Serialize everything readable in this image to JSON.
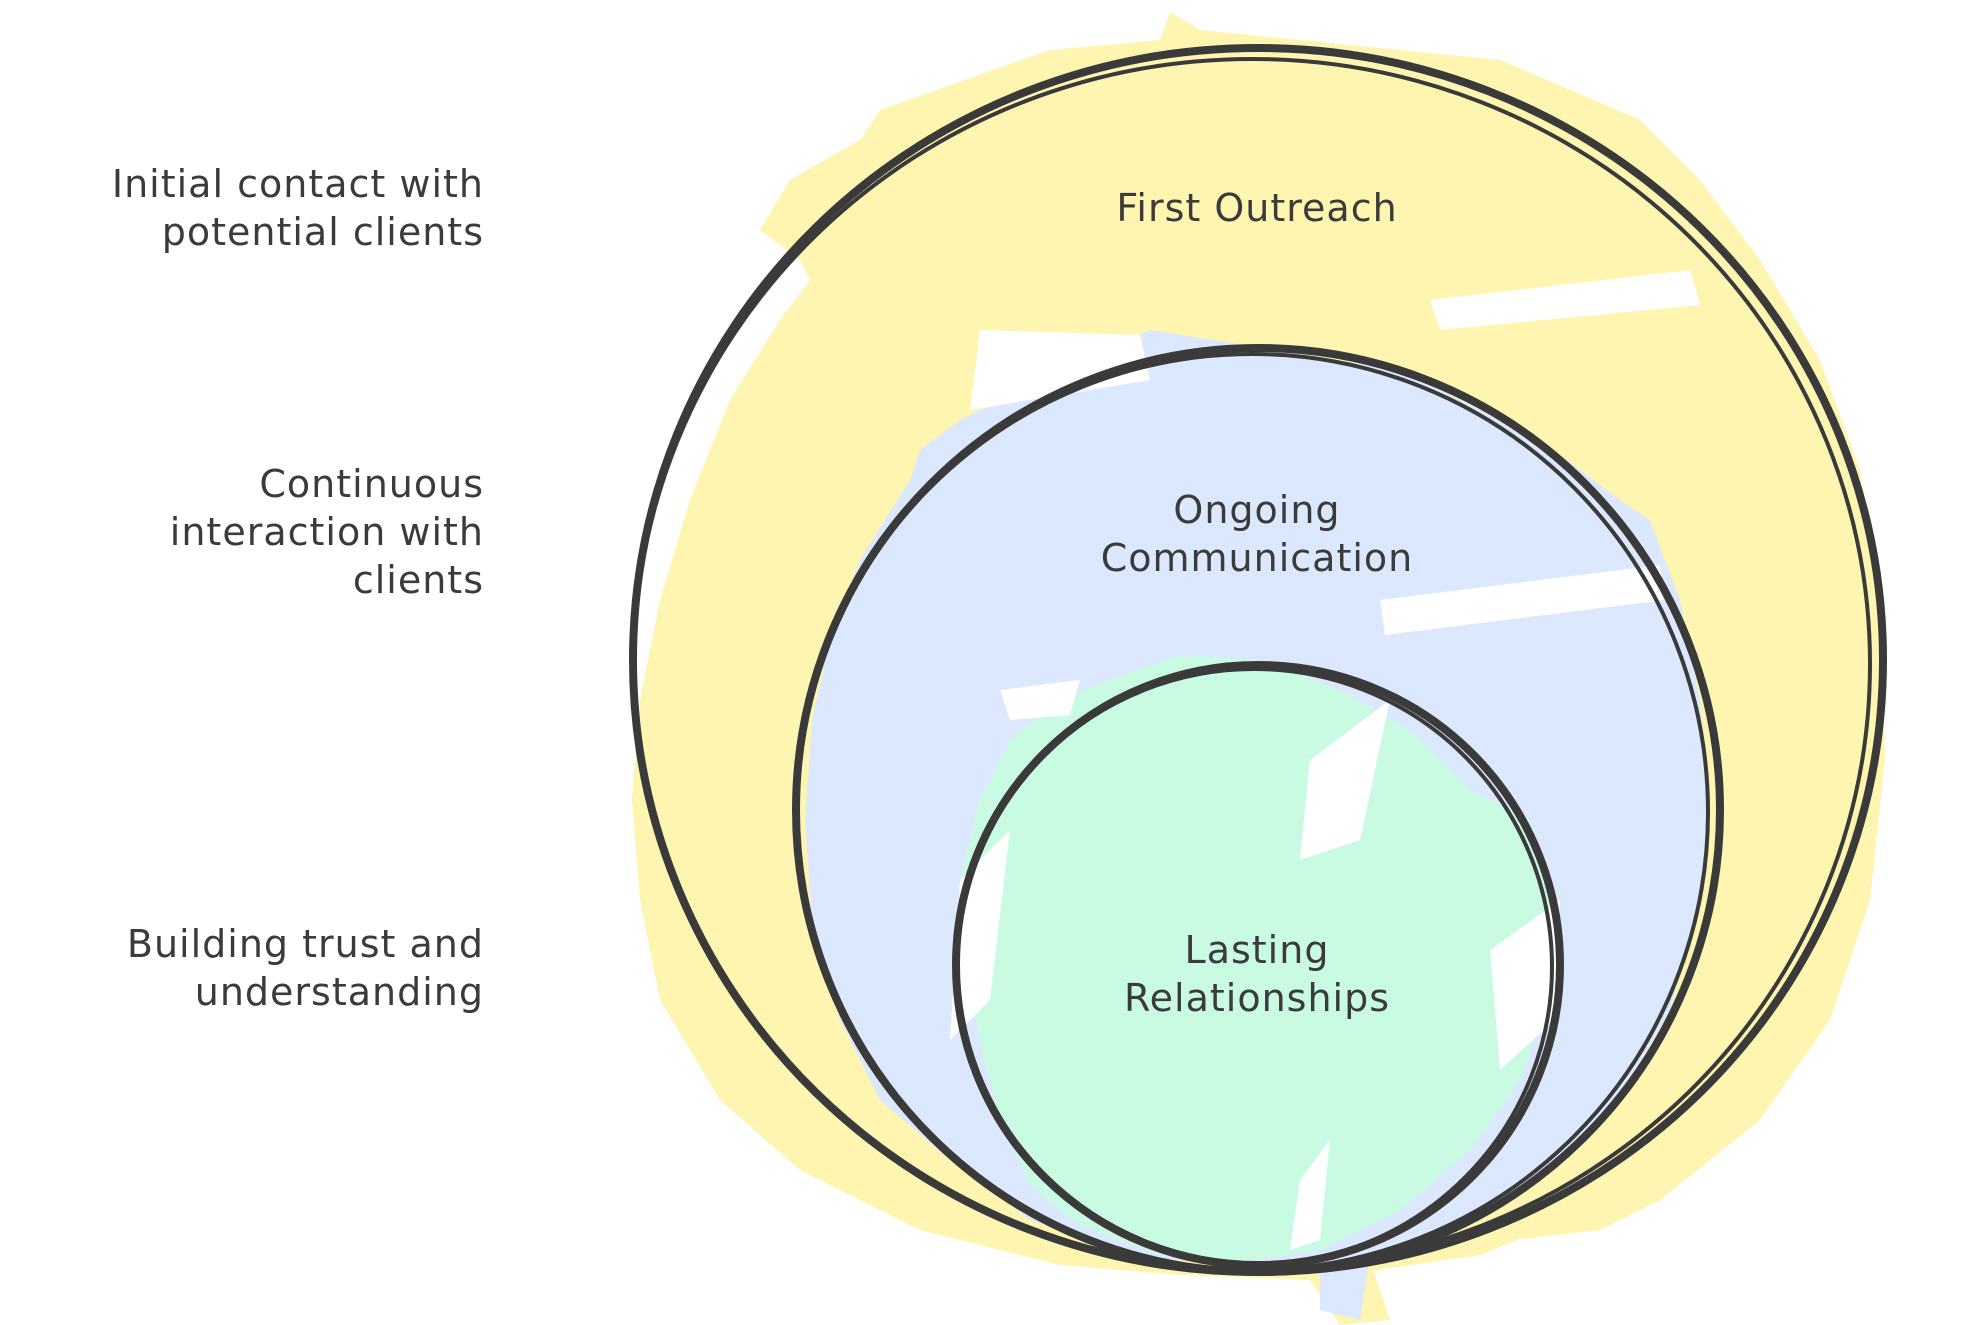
{
  "diagram": {
    "type": "nested-circles",
    "rings": [
      {
        "name": "First Outreach",
        "label_lines": [
          "First Outreach"
        ],
        "fill": "#fdf5b0",
        "description_lines": [
          "Initial contact with",
          "potential clients"
        ]
      },
      {
        "name": "Ongoing Communication",
        "label_lines": [
          "Ongoing",
          "Communication"
        ],
        "fill": "#dce8fd",
        "description_lines": [
          "Continuous",
          "interaction with",
          "clients"
        ]
      },
      {
        "name": "Lasting Relationships",
        "label_lines": [
          "Lasting",
          "Relationships"
        ],
        "fill": "#c9fbe3",
        "description_lines": [
          "Building trust and",
          "understanding"
        ]
      }
    ],
    "stroke_color": "#3a3a3a"
  }
}
